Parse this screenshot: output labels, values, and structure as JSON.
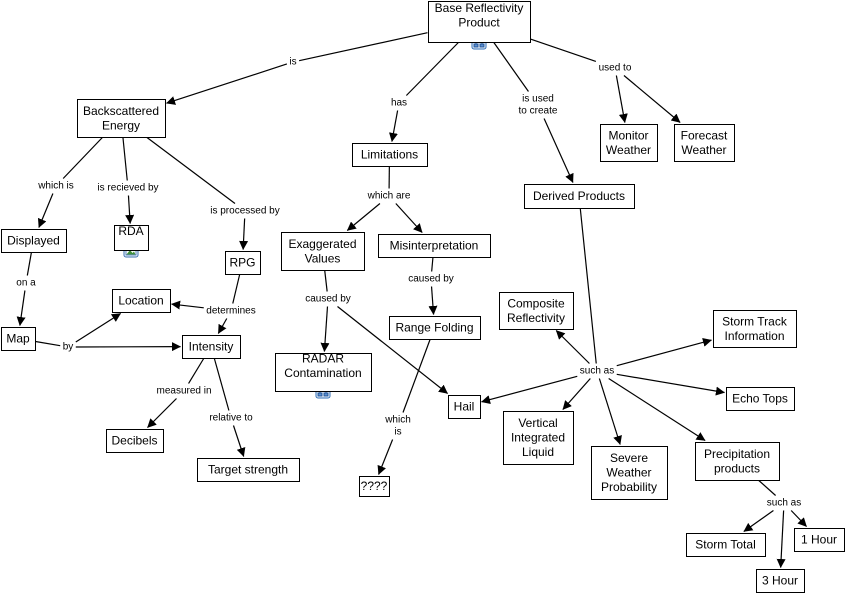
{
  "concepts": {
    "base_reflectivity": [
      "Base Reflectivity",
      "Product"
    ],
    "backscattered_energy": [
      "Backscattered",
      "Energy"
    ],
    "limitations": [
      "Limitations"
    ],
    "monitor_weather": [
      "Monitor",
      "Weather"
    ],
    "forecast_weather": [
      "Forecast",
      "Weather"
    ],
    "derived_products": [
      "Derived Products"
    ],
    "displayed": [
      "Displayed"
    ],
    "rda": [
      "RDA"
    ],
    "rpg": [
      "RPG"
    ],
    "location": [
      "Location"
    ],
    "map": [
      "Map"
    ],
    "intensity": [
      "Intensity"
    ],
    "decibels": [
      "Decibels"
    ],
    "target_strength": [
      "Target strength"
    ],
    "exaggerated_values": [
      "Exaggerated",
      "Values"
    ],
    "misinterpretation": [
      "Misinterpretation"
    ],
    "range_folding": [
      "Range Folding"
    ],
    "radar_contamination": [
      "RADAR",
      "Contamination"
    ],
    "hail": [
      "Hail"
    ],
    "unknown": [
      "????"
    ],
    "composite_reflectivity": [
      "Composite",
      "Reflectivity"
    ],
    "storm_track": [
      "Storm Track",
      "Information"
    ],
    "echo_tops": [
      "Echo Tops"
    ],
    "vil": [
      "Vertical",
      "Integrated",
      "Liquid"
    ],
    "severe_weather": [
      "Severe",
      "Weather",
      "Probability"
    ],
    "precipitation_products": [
      "Precipitation",
      "products"
    ],
    "storm_total": [
      "Storm Total"
    ],
    "one_hour": [
      "1 Hour"
    ],
    "three_hour": [
      "3 Hour"
    ]
  },
  "linking_phrases": {
    "is": [
      "is"
    ],
    "has": [
      "has"
    ],
    "is_used_to_create": [
      "is used",
      "to create"
    ],
    "used_to": [
      "used to"
    ],
    "which_is": [
      "which is"
    ],
    "is_recieved_by": [
      "is recieved by"
    ],
    "is_processed_by": [
      "is processed by"
    ],
    "which_are": [
      "which are"
    ],
    "on_a": [
      "on a"
    ],
    "determines": [
      "determines"
    ],
    "by": [
      "by"
    ],
    "measured_in": [
      "measured in"
    ],
    "relative_to": [
      "relative to"
    ],
    "caused_by_1": [
      "caused by"
    ],
    "caused_by_2": [
      "caused by"
    ],
    "which_is_2": [
      "which",
      "is"
    ],
    "such_as_1": [
      "such as"
    ],
    "such_as_2": [
      "such as"
    ]
  },
  "icons": {
    "base_reflectivity": "concept-map-icon",
    "radar_contamination": "concept-map-icon",
    "rda": "image-icon"
  }
}
